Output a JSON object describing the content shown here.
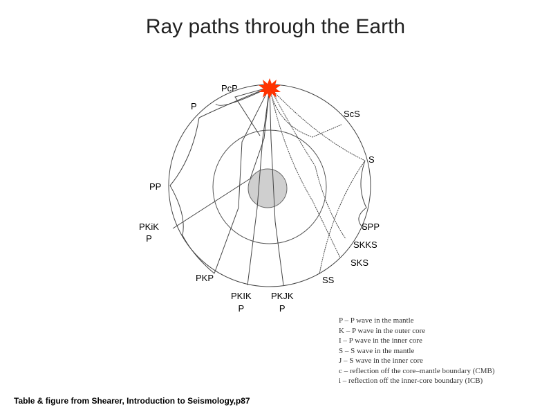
{
  "title": "Ray paths through the Earth",
  "rays": {
    "pcp": "PcP",
    "p": "P",
    "scs": "ScS",
    "s": "S",
    "pp": "PP",
    "pkikp": [
      "PKiK",
      "P"
    ],
    "spp": "SPP",
    "skks": "SKKS",
    "sks": "SKS",
    "pkp": "PKP",
    "ss": "SS",
    "pkikp2": [
      "PKIK",
      "P"
    ],
    "pkjkp": [
      "PKJK",
      "P"
    ]
  },
  "legend": [
    "P – P wave in the mantle",
    "K – P wave in the outer core",
    "I  – P wave in the inner core",
    "S – S wave in the mantle",
    "J – S wave in the inner core",
    "c – reflection off the core–mantle boundary (CMB)",
    "i – reflection off the inner-core boundary (ICB)"
  ],
  "caption": "Table & figure from Shearer, Introduction to Seismology,p87",
  "colors": {
    "source_star": "#ff3300",
    "inner_core_fill": "#c8c8c8",
    "line": "#444444"
  }
}
